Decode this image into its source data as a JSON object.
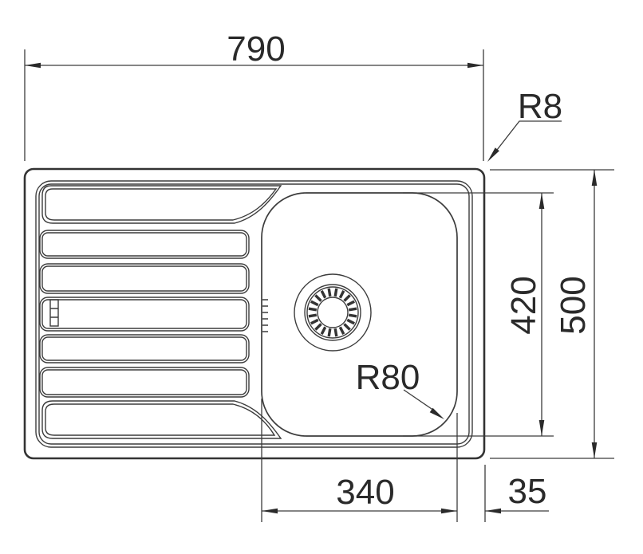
{
  "meta": {
    "drawing_type": "technical-dimension-drawing",
    "subject": "inset kitchen sink, top view, left drainboard with single bowl and drain strainer",
    "units": "mm"
  },
  "dimensions": {
    "overall_width": {
      "label": "790",
      "value": 790
    },
    "overall_depth": {
      "label": "500",
      "value": 500
    },
    "bowl_depth": {
      "label": "420",
      "value": 420
    },
    "bowl_width": {
      "label": "340",
      "value": 340
    },
    "right_rim_offset": {
      "label": "35",
      "value": 35
    },
    "outer_corner_radius": {
      "label": "R8",
      "value": 8
    },
    "bowl_corner_radius": {
      "label": "R80",
      "value": 80
    }
  },
  "parts": {
    "drainboard": "ribbed drainer with 5 ribs and two swept panels",
    "bowl": "rounded-corner bowl",
    "drain": "round strainer waste with radial slots",
    "overflow": "overflow tick marks on bowl left edge"
  },
  "colors": {
    "line": "#3c3c3c",
    "text": "#2a2a2a",
    "background": "#ffffff"
  }
}
